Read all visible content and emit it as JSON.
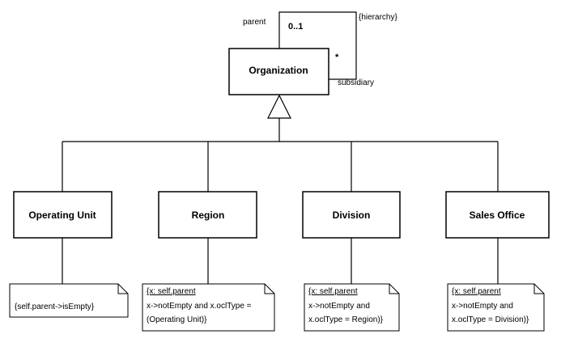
{
  "organization": {
    "label": "Organization",
    "parent_role": "parent",
    "parent_multiplicity": "0..1",
    "constraint": "{hierarchy}",
    "subsidiary_multiplicity": "*",
    "subsidiary_role": "subsidiary"
  },
  "subclasses": [
    {
      "label": "Operating Unit",
      "note": [
        "{self.parent->isEmpty}"
      ]
    },
    {
      "label": "Region",
      "note": [
        "{x: self.parent",
        "x->notEmpty and x.oclType =",
        "(Operating Unit)}"
      ]
    },
    {
      "label": "Division",
      "note": [
        "{x: self.parent",
        "x->notEmpty and",
        "x.oclType = Region)}"
      ]
    },
    {
      "label": "Sales Office",
      "note": [
        "{x: self.parent",
        "x->notEmpty and",
        "x.oclType = Division)}"
      ]
    }
  ]
}
